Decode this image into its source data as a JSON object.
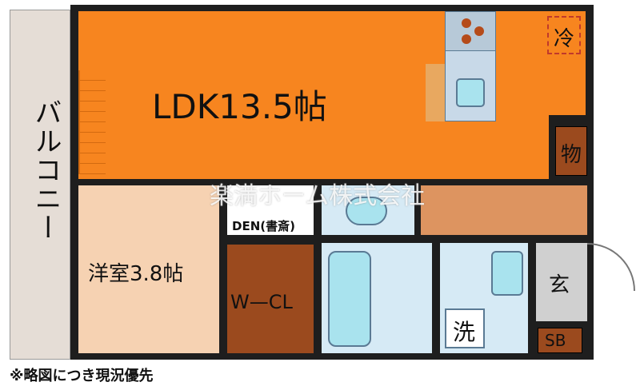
{
  "rooms": {
    "balcony": "バルコニー",
    "ldk": "LDK13.5帖",
    "western_room": "洋室3.8帖",
    "den": "DEN(書斎)",
    "walk_in_closet": "W—CL",
    "storage": "物",
    "entrance": "玄",
    "laundry": "洗",
    "shoe_box": "SB",
    "refrigerator": "冷"
  },
  "watermark": "楽満ホーム株式会社",
  "footnote": "※略図につき現況優先",
  "colors": {
    "ldk": "#f7851f",
    "western_room": "#f6d2b2",
    "hall": "#dd9460",
    "den": "#ffffff",
    "walk_in_closet": "#9b4a1e",
    "storage": "#9b4a1e",
    "wet_area": "#d6eaf5",
    "balcony": "#e5ddd6",
    "kitchen": "#c8d9e8",
    "walls": "#1e1e1e"
  }
}
